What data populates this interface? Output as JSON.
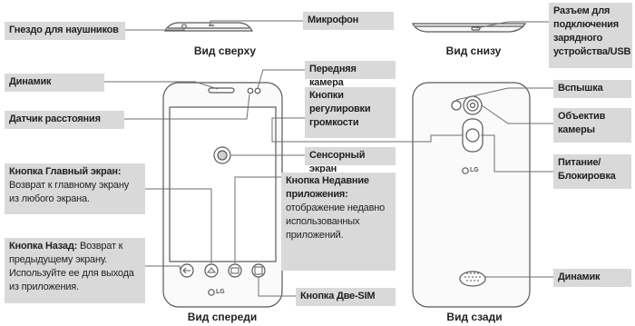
{
  "captions": {
    "top_view": "Вид сверху",
    "bottom_view": "Вид снизу",
    "front_view": "Вид спереди",
    "back_view": "Вид сзади"
  },
  "labels": {
    "headset_jack": "Гнездо для наушников",
    "microphone": "Микрофон",
    "charger_port": "Разъем для подключения зарядного устройства/USB",
    "earpiece": "Динамик",
    "front_camera": "Передняя камера",
    "proximity_sensor": "Датчик расстояния",
    "volume_keys": "Кнопки регулировки громкости",
    "flash": "Вспышка",
    "camera_lens": "Объектив камеры",
    "touch_screen": "Сенсорный экран",
    "power_lock": "Питание/ Блокировка",
    "home_key_title": "Кнопка Главный экран:",
    "home_key_desc": "Возврат к главному экрану из любого экрана.",
    "recent_apps_title": "Кнопка Недавние приложения:",
    "recent_apps_desc": "отображение недавно использованных приложений.",
    "back_key_title": "Кнопка Назад:",
    "back_key_desc": "Возврат к предыдущему экрану. Используйте ее для выхода из приложения.",
    "speaker": "Динамик",
    "dual_sim_key": "Кнопка Две-SIM"
  },
  "brand": {
    "front_logo": "LG",
    "back_logo": "LG"
  },
  "colors": {
    "label_bg": "#d9d9d9",
    "line": "#6d6e71",
    "text": "#231f20"
  }
}
